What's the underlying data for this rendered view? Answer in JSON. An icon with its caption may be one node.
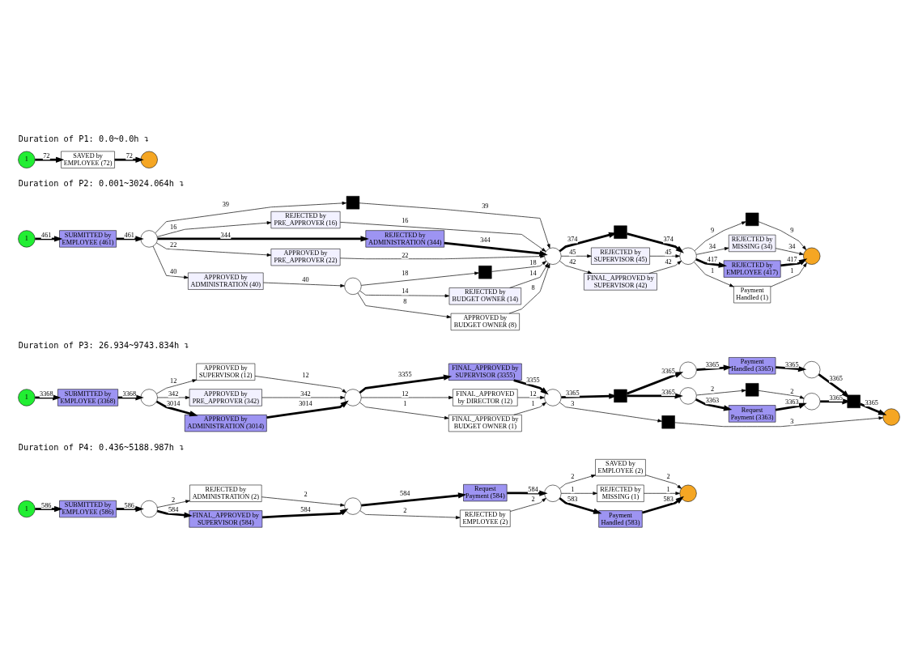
{
  "diagram": {
    "nodes": [
      {
        "text": [
          "1"
        ]
      },
      {
        "text": [
          "SAVED by EMPLOYEE (72)"
        ]
      },
      {
        "text": [],
        "shape": "circle"
      },
      {
        "text": [
          "1"
        ]
      },
      {
        "text": [
          "SUBMITTED by EMPLOYEE (461)"
        ]
      },
      {
        "text": [],
        "shape": "circle"
      },
      {
        "text": [
          "APPROVED by ADMINISTRATION (40)"
        ]
      },
      {
        "text": [],
        "shape": "circle"
      },
      {
        "text": [
          "APPROVED by BUDGET OWNER (8)"
        ]
      },
      {
        "text": [
          "REJECTED by BUDGET OWNER (14)"
        ]
      },
      {
        "text": [],
        "shape": "box"
      },
      {
        "text": [
          "APPROVED by PRE_APPROVER (22)"
        ]
      },
      {
        "text": [
          "REJECTED by ADMINISTRATION (344)"
        ]
      },
      {
        "text": [
          "REJECTED by PRE_APPROVER (16)"
        ]
      },
      {
        "text": [],
        "shape": "box"
      },
      {
        "text": [],
        "shape": "circle"
      },
      {
        "text": [
          "FINAL_APPROVED by SUPERVISOR (42)"
        ]
      },
      {
        "text": [
          "REJECTED by SUPERVISOR (45)"
        ]
      },
      {
        "text": [],
        "shape": "box"
      },
      {
        "text": [],
        "shape": "circle"
      },
      {
        "text": [
          "Payment Handled (1)"
        ]
      },
      {
        "text": [
          "REJECTED by EMPLOYEE (417)"
        ]
      },
      {
        "text": [
          "REJECTED by MISSING (34)"
        ]
      },
      {
        "text": [],
        "shape": "box"
      },
      {
        "text": [],
        "shape": "circle"
      },
      {
        "text": [
          "1"
        ]
      },
      {
        "text": [
          "SUBMITTED by EMPLOYEE (3368)"
        ]
      },
      {
        "text": [],
        "shape": "circle"
      },
      {
        "text": [
          "APPROVED by ADMINISTRATION (3014)"
        ]
      },
      {
        "text": [
          "APPROVED by PRE_APPROVER (342)"
        ]
      },
      {
        "text": [
          "APPROVED by SUPERVISOR (12)"
        ]
      },
      {
        "text": [],
        "shape": "circle"
      },
      {
        "text": [
          "FINAL_APPROVED by BUDGET OWNER (1)"
        ]
      },
      {
        "text": [
          "FINAL_APPROVED by DIRECTOR (12)"
        ]
      },
      {
        "text": [
          "FINAL_APPROVED by SUPERVISOR (3355)"
        ]
      },
      {
        "text": [],
        "shape": "circle"
      },
      {
        "text": [],
        "shape": "box"
      },
      {
        "text": [],
        "shape": "box"
      },
      {
        "text": [],
        "shape": "circle"
      },
      {
        "text": [
          "Request Payment (3363)"
        ]
      },
      {
        "text": [],
        "shape": "box"
      },
      {
        "text": [],
        "shape": "circle"
      },
      {
        "text": [],
        "shape": "circle"
      },
      {
        "text": [
          "Payment Handled (3365)"
        ]
      },
      {
        "text": [],
        "shape": "circle"
      },
      {
        "text": [],
        "shape": "box"
      },
      {
        "text": [],
        "shape": "circle"
      },
      {
        "text": [
          "1"
        ]
      },
      {
        "text": [
          "SUBMITTED by EMPLOYEE (586)"
        ]
      },
      {
        "text": [],
        "shape": "circle"
      },
      {
        "text": [
          "FINAL_APPROVED by SUPERVISOR (584)"
        ]
      },
      {
        "text": [
          "REJECTED by ADMINISTRATION (2)"
        ]
      },
      {
        "text": [],
        "shape": "circle"
      },
      {
        "text": [
          "REJECTED by EMPLOYEE (2)"
        ]
      },
      {
        "text": [
          "Request Payment (584)"
        ]
      },
      {
        "text": [],
        "shape": "circle"
      },
      {
        "text": [
          "Payment Handled (583)"
        ]
      },
      {
        "text": [
          "REJECTED by MISSING (1)"
        ]
      },
      {
        "text": [
          "SAVED by EMPLOYEE (2)"
        ]
      },
      {
        "text": [],
        "shape": "circle"
      }
    ],
    "edges": [
      {
        "from": 0,
        "to": 1,
        "arrow": "to",
        "label": "72",
        "style": "thick"
      },
      {
        "from": 1,
        "to": 2,
        "arrow": "to",
        "label": "72",
        "style": "thick"
      },
      {
        "from": 3,
        "to": 4,
        "arrow": "to",
        "label": "461",
        "style": "thick"
      },
      {
        "from": 4,
        "to": 5,
        "arrow": "to",
        "label": "461",
        "style": "thick"
      },
      {
        "from": 5,
        "to": 6,
        "arrow": "to",
        "label": "40"
      },
      {
        "from": 6,
        "to": 7,
        "arrow": "to",
        "label": "40"
      },
      {
        "from": 7,
        "to": 8,
        "arrow": "to",
        "label": "8"
      },
      {
        "from": 7,
        "to": 9,
        "arrow": "to",
        "label": "14"
      },
      {
        "from": 7,
        "to": 10,
        "arrow": "to",
        "label": "18"
      },
      {
        "from": 8,
        "to": 15,
        "arrow": "to",
        "label": "8"
      },
      {
        "from": 9,
        "to": 15,
        "arrow": "to",
        "label": "14"
      },
      {
        "from": 10,
        "to": 15,
        "arrow": "to",
        "label": "18"
      },
      {
        "from": 5,
        "to": 11,
        "arrow": "to",
        "label": "22"
      },
      {
        "from": 11,
        "to": 15,
        "arrow": "to",
        "label": "22"
      },
      {
        "from": 5,
        "to": 12,
        "arrow": "to",
        "label": "344",
        "style": "thick"
      },
      {
        "from": 12,
        "to": 15,
        "arrow": "to",
        "label": "344",
        "style": "thick"
      },
      {
        "from": 5,
        "to": 13,
        "arrow": "to",
        "label": "16"
      },
      {
        "from": 13,
        "to": 15,
        "arrow": "to",
        "label": "16"
      },
      {
        "from": 5,
        "to": 14,
        "arrow": "to",
        "label": "39"
      },
      {
        "from": 14,
        "to": 15,
        "arrow": "to",
        "label": "39"
      },
      {
        "from": 15,
        "to": 16,
        "arrow": "to",
        "label": "42"
      },
      {
        "from": 15,
        "to": 17,
        "arrow": "to",
        "label": "45"
      },
      {
        "from": 15,
        "to": 18,
        "arrow": "to",
        "label": "374",
        "style": "thick"
      },
      {
        "from": 16,
        "to": 19,
        "arrow": "to",
        "label": "42"
      },
      {
        "from": 17,
        "to": 19,
        "arrow": "to",
        "label": "45"
      },
      {
        "from": 18,
        "to": 19,
        "arrow": "to",
        "label": "374",
        "style": "thick"
      },
      {
        "from": 19,
        "to": 20,
        "arrow": "to",
        "label": "1"
      },
      {
        "from": 19,
        "to": 21,
        "arrow": "to",
        "label": "417",
        "style": "thick"
      },
      {
        "from": 19,
        "to": 22,
        "arrow": "to",
        "label": "34"
      },
      {
        "from": 19,
        "to": 23,
        "arrow": "to",
        "label": "9"
      },
      {
        "from": 20,
        "to": 24,
        "arrow": "to",
        "label": "1"
      },
      {
        "from": 21,
        "to": 24,
        "arrow": "to",
        "label": "417",
        "style": "thick"
      },
      {
        "from": 22,
        "to": 24,
        "arrow": "to",
        "label": "34"
      },
      {
        "from": 23,
        "to": 24,
        "arrow": "to",
        "label": "9"
      },
      {
        "from": 25,
        "to": 26,
        "arrow": "to",
        "label": "3368",
        "style": "thick"
      },
      {
        "from": 26,
        "to": 27,
        "arrow": "to",
        "label": "3368",
        "style": "thick"
      },
      {
        "from": 27,
        "to": 28,
        "arrow": "to",
        "label": "3014",
        "style": "thick"
      },
      {
        "from": 27,
        "to": 29,
        "arrow": "to",
        "label": "342"
      },
      {
        "from": 27,
        "to": 30,
        "arrow": "to",
        "label": "12"
      },
      {
        "from": 28,
        "to": 31,
        "arrow": "to",
        "label": "3014",
        "style": "thick"
      },
      {
        "from": 29,
        "to": 31,
        "arrow": "to",
        "label": "342"
      },
      {
        "from": 30,
        "to": 31,
        "arrow": "to",
        "label": "12"
      },
      {
        "from": 31,
        "to": 32,
        "arrow": "to",
        "label": "1"
      },
      {
        "from": 31,
        "to": 33,
        "arrow": "to",
        "label": "12"
      },
      {
        "from": 31,
        "to": 34,
        "arrow": "to",
        "label": "3355",
        "style": "thick"
      },
      {
        "from": 32,
        "to": 35,
        "arrow": "to",
        "label": "1"
      },
      {
        "from": 33,
        "to": 35,
        "arrow": "to",
        "label": "12"
      },
      {
        "from": 34,
        "to": 35,
        "arrow": "to",
        "label": "3355",
        "style": "thick"
      },
      {
        "from": 35,
        "to": 36,
        "arrow": "to",
        "label": "3"
      },
      {
        "from": 35,
        "to": 37,
        "arrow": "to",
        "label": "3365",
        "style": "thick"
      },
      {
        "from": 36,
        "to": 46,
        "arrow": "to",
        "label": "3"
      },
      {
        "from": 37,
        "to": 38,
        "arrow": "to",
        "label": "3365",
        "style": "thick"
      },
      {
        "from": 37,
        "to": 42,
        "arrow": "to",
        "label": "3365",
        "style": "thick"
      },
      {
        "from": 38,
        "to": 39,
        "arrow": "to",
        "label": "3363",
        "style": "thick"
      },
      {
        "from": 38,
        "to": 40,
        "arrow": "to",
        "label": "2"
      },
      {
        "from": 39,
        "to": 41,
        "arrow": "to",
        "label": "3363",
        "style": "thick"
      },
      {
        "from": 40,
        "to": 41,
        "arrow": "to",
        "label": "2"
      },
      {
        "from": 41,
        "to": 45,
        "arrow": "to",
        "label": "3365",
        "style": "thick"
      },
      {
        "from": 42,
        "to": 43,
        "arrow": "to",
        "label": "3365",
        "style": "thick"
      },
      {
        "from": 43,
        "to": 44,
        "arrow": "to",
        "label": "3365",
        "style": "thick"
      },
      {
        "from": 44,
        "to": 45,
        "arrow": "to",
        "label": "3365",
        "style": "thick"
      },
      {
        "from": 45,
        "to": 46,
        "arrow": "to",
        "label": "3365",
        "style": "thick"
      },
      {
        "from": 47,
        "to": 48,
        "arrow": "to",
        "label": "586",
        "style": "thick"
      },
      {
        "from": 48,
        "to": 49,
        "arrow": "to",
        "label": "586",
        "style": "thick"
      },
      {
        "from": 49,
        "to": 50,
        "arrow": "to",
        "label": "584",
        "style": "thick"
      },
      {
        "from": 49,
        "to": 51,
        "arrow": "to",
        "label": "2"
      },
      {
        "from": 50,
        "to": 52,
        "arrow": "to",
        "label": "584",
        "style": "thick"
      },
      {
        "from": 51,
        "to": 52,
        "arrow": "to",
        "label": "2"
      },
      {
        "from": 52,
        "to": 53,
        "arrow": "to",
        "label": "2"
      },
      {
        "from": 52,
        "to": 54,
        "arrow": "to",
        "label": "584",
        "style": "thick"
      },
      {
        "from": 53,
        "to": 55,
        "arrow": "to",
        "label": "2"
      },
      {
        "from": 54,
        "to": 55,
        "arrow": "to",
        "label": "584",
        "style": "thick"
      },
      {
        "from": 55,
        "to": 56,
        "arrow": "to",
        "label": "583",
        "style": "thick"
      },
      {
        "from": 55,
        "to": 57,
        "arrow": "to",
        "label": "1"
      },
      {
        "from": 55,
        "to": 58,
        "arrow": "to",
        "label": "2"
      },
      {
        "from": 56,
        "to": 59,
        "arrow": "to",
        "label": "583",
        "style": "thick"
      },
      {
        "from": 57,
        "to": 59,
        "arrow": "to",
        "label": "1"
      },
      {
        "from": 58,
        "to": 59,
        "arrow": "to",
        "label": "2"
      }
    ],
    "labels": [
      "Duration of P1: 0.0~0.0h ↴",
      "Duration of P2: 0.001~3024.064h ↴",
      "Duration of P3: 26.934~9743.834h ↴",
      "Duration of P4: 0.436~5188.987h ↴"
    ]
  }
}
